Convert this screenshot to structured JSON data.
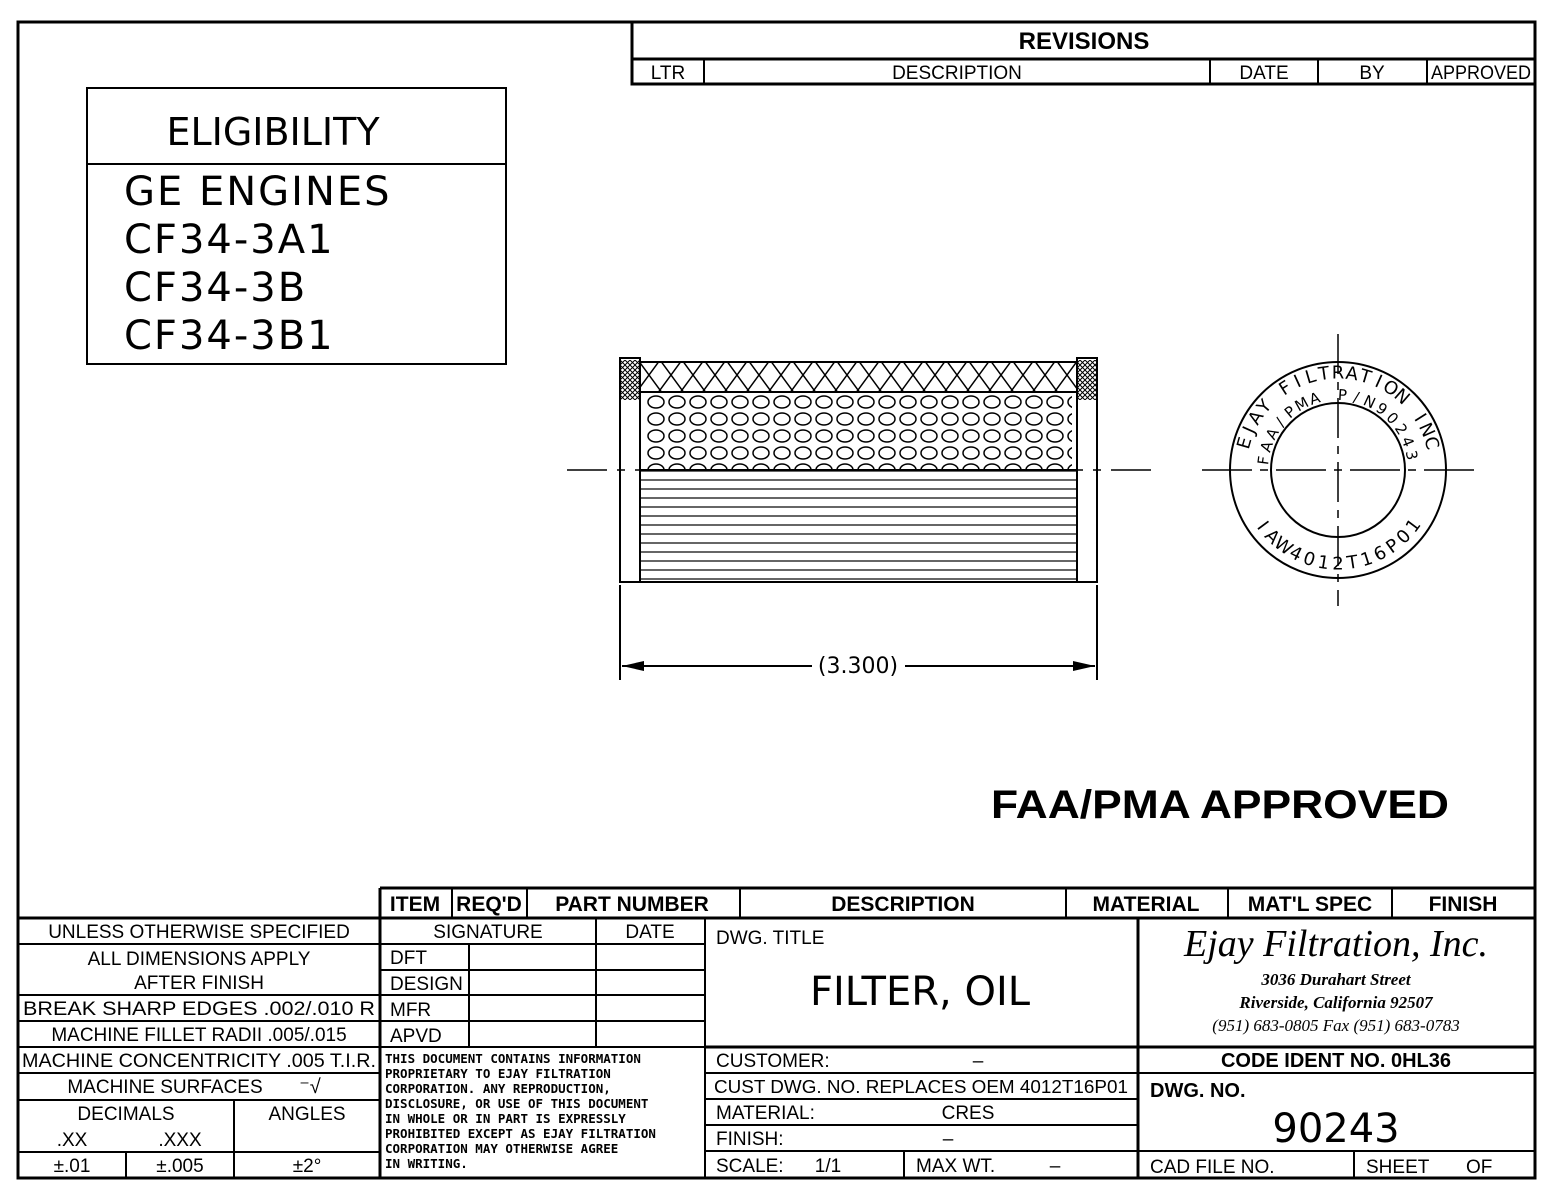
{
  "revisions": {
    "title": "REVISIONS",
    "columns": [
      "LTR",
      "DESCRIPTION",
      "DATE",
      "BY",
      "APPROVED"
    ]
  },
  "eligibility": {
    "title": "ELIGIBILITY",
    "lines": [
      "GE ENGINES",
      "CF34-3A1",
      "CF34-3B",
      "CF34-3B1"
    ]
  },
  "drawing": {
    "dimension": "(3.300)",
    "marking_outer": "EJAY FILTRATION INC",
    "marking_inner": "FAA/PMA P/N90243",
    "marking_bottom": "IAW4012T16P01",
    "approval": "FAA/PMA APPROVED"
  },
  "parts_list": {
    "columns": [
      "ITEM",
      "REQ'D",
      "PART NUMBER",
      "DESCRIPTION",
      "MATERIAL",
      "MAT'L SPEC",
      "FINISH"
    ]
  },
  "tolerances": {
    "header": "UNLESS OTHERWISE SPECIFIED",
    "apply1": "ALL DIMENSIONS APPLY",
    "apply2": "AFTER FINISH",
    "break_edges": "BREAK SHARP EDGES .002/.010 R",
    "fillet": "MACHINE FILLET RADII .005/.015",
    "concentricity": "MACHINE CONCENTRICITY .005 T.I.R.",
    "surfaces": "MACHINE SURFACES",
    "surfaces_symbol": "⁻√",
    "decimals": "DECIMALS",
    "xx": ".XX",
    "xxx": ".XXX",
    "angles": "ANGLES",
    "xx_tol": "±.01",
    "xxx_tol": "±.005",
    "angle_tol": "±2°"
  },
  "signatures": {
    "signature_header": "SIGNATURE",
    "date_header": "DATE",
    "rows": [
      "DFT",
      "DESIGN",
      "MFR",
      "APVD"
    ]
  },
  "notice": [
    "THIS DOCUMENT CONTAINS INFORMATION",
    "PROPRIETARY TO EJAY FILTRATION",
    "CORPORATION. ANY REPRODUCTION,",
    "DISCLOSURE, OR USE OF THIS DOCUMENT",
    "IN WHOLE OR IN PART IS EXPRESSLY",
    "PROHIBITED EXCEPT AS EJAY FILTRATION",
    "CORPORATION MAY OTHERWISE AGREE",
    "IN WRITING."
  ],
  "title_block": {
    "dwg_title_label": "DWG. TITLE",
    "dwg_title": "FILTER,  OIL",
    "customer_label": "CUSTOMER:",
    "customer": "–",
    "cust_dwg": "CUST DWG. NO. REPLACES OEM 4012T16P01",
    "material_label": "MATERIAL:",
    "material": "CRES",
    "finish_label": "FINISH:",
    "finish": "–",
    "scale_label": "SCALE:",
    "scale": "1/1",
    "max_wt_label": "MAX WT.",
    "max_wt": "–",
    "company": "Ejay Filtration, Inc.",
    "address1": "3036 Durahart Street",
    "address2": "Riverside, California 92507",
    "phone": "(951) 683-0805  Fax (951) 683-0783",
    "code_ident": "CODE IDENT NO. 0HL36",
    "dwg_no_label": "DWG. NO.",
    "dwg_no": "90243",
    "cad_file": "CAD FILE NO.",
    "sheet": "SHEET",
    "of": "OF"
  }
}
